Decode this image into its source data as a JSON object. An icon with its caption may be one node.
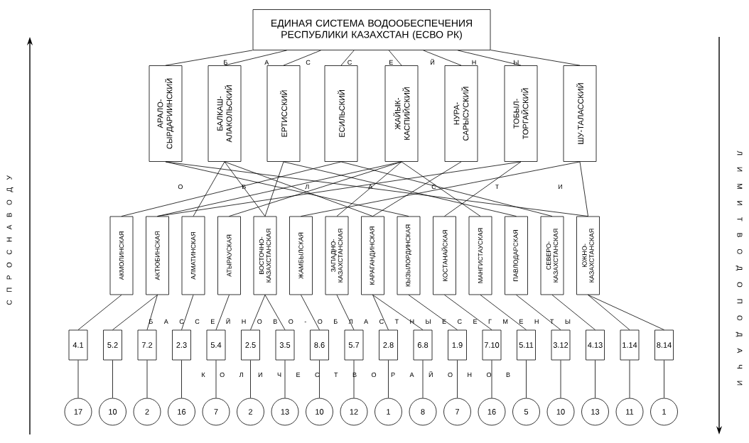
{
  "diagram": {
    "nodes": [
      {
        "text": [
          "ЕДИНАЯ СИСТЕМА ВОДООБЕСПЕЧЕНИЯ РЕСПУБЛИКИ КАЗАХСТАН (ЕСВО РК)"
        ]
      },
      {
        "text": [
          "АРАЛО-СЫРДАРИИНСКИЙ"
        ]
      },
      {
        "text": [
          "БАЛКАШ-АЛАКОЛЬСКИЙ"
        ]
      },
      {
        "text": [
          "ЕРТИССКИЙ"
        ]
      },
      {
        "text": [
          "ЕСИЛЬСКИЙ"
        ]
      },
      {
        "text": [
          "ЖАЙЫК-КАСПИЙСКИЙ"
        ]
      },
      {
        "text": [
          "НУРА-САРЫСУСКИЙ"
        ]
      },
      {
        "text": [
          "ТОБЫЛ-ТОРГАЙСКИЙ"
        ]
      },
      {
        "text": [
          "ШУ-ТАЛАССКИЙ"
        ]
      },
      {
        "text": [
          "АКМОЛИНСКАЯ"
        ]
      },
      {
        "text": [
          "АКТЮБИНСКАЯ"
        ]
      },
      {
        "text": [
          "АЛМАТИНСКАЯ"
        ]
      },
      {
        "text": [
          "АТЫРАУСКАЯ"
        ]
      },
      {
        "text": [
          "ВОСТОЧНО-КАЗАХСТАНСКАЯ"
        ]
      },
      {
        "text": [
          "ЖАМБЫЛСКАЯ"
        ]
      },
      {
        "text": [
          "ЗАПАДНО-КАЗАХСТАНСКАЯ"
        ]
      },
      {
        "text": [
          "КАРАГАНДИНСКАЯ"
        ]
      },
      {
        "text": [
          "КЫЗЫЛОРДИНСКАЯ"
        ]
      },
      {
        "text": [
          "КОСТАНАЙСКАЯ"
        ]
      },
      {
        "text": [
          "МАНГИСТАУСКАЯ"
        ]
      },
      {
        "text": [
          "ПАВЛОДАРСКАЯ"
        ]
      },
      {
        "text": [
          "СЕВЕРО-КАЗАХСТАНСКАЯ"
        ]
      },
      {
        "text": [
          "ЮЖНО-КАЗАХСТАНСКАЯ"
        ]
      },
      {
        "text": [
          "4.1"
        ]
      },
      {
        "text": [
          "5.2"
        ]
      },
      {
        "text": [
          "7.2"
        ]
      },
      {
        "text": [
          "2.3"
        ]
      },
      {
        "text": [
          "5.4"
        ]
      },
      {
        "text": [
          "2.5"
        ]
      },
      {
        "text": [
          "3.5"
        ]
      },
      {
        "text": [
          "8.6"
        ]
      },
      {
        "text": [
          "5.7"
        ]
      },
      {
        "text": [
          "2.8"
        ]
      },
      {
        "text": [
          "6.8"
        ]
      },
      {
        "text": [
          "1.9"
        ]
      },
      {
        "text": [
          "7.10"
        ]
      },
      {
        "text": [
          "5.11"
        ]
      },
      {
        "text": [
          "3.12"
        ]
      },
      {
        "text": [
          "4.13"
        ]
      },
      {
        "text": [
          "1.14"
        ]
      },
      {
        "text": [
          "8.14"
        ]
      },
      {
        "text": [
          "17"
        ]
      },
      {
        "text": [
          "10"
        ]
      },
      {
        "text": [
          "2"
        ]
      },
      {
        "text": [
          "16"
        ]
      },
      {
        "text": [
          "7"
        ]
      },
      {
        "text": [
          "2"
        ]
      },
      {
        "text": [
          "13"
        ]
      },
      {
        "text": [
          "10"
        ]
      },
      {
        "text": [
          "12"
        ]
      },
      {
        "text": [
          "1"
        ]
      },
      {
        "text": [
          "8"
        ]
      },
      {
        "text": [
          "7"
        ]
      },
      {
        "text": [
          "16"
        ]
      },
      {
        "text": [
          "5"
        ]
      },
      {
        "text": [
          "10"
        ]
      },
      {
        "text": [
          "13"
        ]
      },
      {
        "text": [
          "11"
        ]
      },
      {
        "text": [
          "1"
        ]
      }
    ],
    "edges": [
      {
        "from": 0,
        "to": 1,
        "arrow": "none"
      },
      {
        "from": 0,
        "to": 2,
        "arrow": "none"
      },
      {
        "from": 0,
        "to": 3,
        "arrow": "none"
      },
      {
        "from": 0,
        "to": 4,
        "arrow": "none"
      },
      {
        "from": 0,
        "to": 5,
        "arrow": "none"
      },
      {
        "from": 0,
        "to": 6,
        "arrow": "none"
      },
      {
        "from": 0,
        "to": 7,
        "arrow": "none"
      },
      {
        "from": 0,
        "to": 8,
        "arrow": "none"
      },
      {
        "from": 4,
        "to": 9,
        "arrow": "none"
      },
      {
        "from": 5,
        "to": 10,
        "arrow": "none"
      },
      {
        "from": 7,
        "to": 10,
        "arrow": "none"
      },
      {
        "from": 2,
        "to": 11,
        "arrow": "none"
      },
      {
        "from": 5,
        "to": 12,
        "arrow": "none"
      },
      {
        "from": 2,
        "to": 13,
        "arrow": "none"
      },
      {
        "from": 3,
        "to": 13,
        "arrow": "none"
      },
      {
        "from": 8,
        "to": 14,
        "arrow": "none"
      },
      {
        "from": 5,
        "to": 15,
        "arrow": "none"
      },
      {
        "from": 2,
        "to": 16,
        "arrow": "none"
      },
      {
        "from": 6,
        "to": 16,
        "arrow": "none"
      },
      {
        "from": 1,
        "to": 17,
        "arrow": "none"
      },
      {
        "from": 7,
        "to": 18,
        "arrow": "none"
      },
      {
        "from": 5,
        "to": 19,
        "arrow": "none"
      },
      {
        "from": 3,
        "to": 20,
        "arrow": "none"
      },
      {
        "from": 4,
        "to": 21,
        "arrow": "none"
      },
      {
        "from": 1,
        "to": 22,
        "arrow": "none"
      },
      {
        "from": 8,
        "to": 22,
        "arrow": "none"
      },
      {
        "from": 9,
        "to": 23,
        "arrow": "none"
      },
      {
        "from": 10,
        "to": 24,
        "arrow": "none"
      },
      {
        "from": 10,
        "to": 25,
        "arrow": "none"
      },
      {
        "from": 11,
        "to": 26,
        "arrow": "none"
      },
      {
        "from": 12,
        "to": 27,
        "arrow": "none"
      },
      {
        "from": 13,
        "to": 28,
        "arrow": "none"
      },
      {
        "from": 13,
        "to": 29,
        "arrow": "none"
      },
      {
        "from": 14,
        "to": 30,
        "arrow": "none"
      },
      {
        "from": 15,
        "to": 31,
        "arrow": "none"
      },
      {
        "from": 16,
        "to": 32,
        "arrow": "none"
      },
      {
        "from": 16,
        "to": 33,
        "arrow": "none"
      },
      {
        "from": 17,
        "to": 34,
        "arrow": "none"
      },
      {
        "from": 18,
        "to": 35,
        "arrow": "none"
      },
      {
        "from": 19,
        "to": 36,
        "arrow": "none"
      },
      {
        "from": 20,
        "to": 37,
        "arrow": "none"
      },
      {
        "from": 21,
        "to": 38,
        "arrow": "none"
      },
      {
        "from": 22,
        "to": 39,
        "arrow": "none"
      },
      {
        "from": 22,
        "to": 40,
        "arrow": "none"
      },
      {
        "from": 23,
        "to": 41,
        "arrow": "none"
      },
      {
        "from": 24,
        "to": 42,
        "arrow": "none"
      },
      {
        "from": 25,
        "to": 43,
        "arrow": "none"
      },
      {
        "from": 26,
        "to": 44,
        "arrow": "none"
      },
      {
        "from": 27,
        "to": 45,
        "arrow": "none"
      },
      {
        "from": 28,
        "to": 46,
        "arrow": "none"
      },
      {
        "from": 29,
        "to": 47,
        "arrow": "none"
      },
      {
        "from": 30,
        "to": 48,
        "arrow": "none"
      },
      {
        "from": 31,
        "to": 49,
        "arrow": "none"
      },
      {
        "from": 32,
        "to": 50,
        "arrow": "none"
      },
      {
        "from": 33,
        "to": 51,
        "arrow": "none"
      },
      {
        "from": 34,
        "to": 52,
        "arrow": "none"
      },
      {
        "from": 35,
        "to": 53,
        "arrow": "none"
      },
      {
        "from": 36,
        "to": 54,
        "arrow": "none"
      },
      {
        "from": 37,
        "to": 55,
        "arrow": "none"
      },
      {
        "from": 38,
        "to": 56,
        "arrow": "none"
      },
      {
        "from": 39,
        "to": 57,
        "arrow": "none"
      },
      {
        "from": 40,
        "to": 58,
        "arrow": "none"
      }
    ],
    "labels": [
      "С П Р О С Н А В О Д У",
      "Л И М И Т В О Д О П О Д А Ч И",
      "Б А С С Е Й Н Ы",
      "О Б Л А С Т И",
      "Б А С С Е Й Н О В О - О Б Л А С Т Н Ы Е С Е Г М Е Н Т Ы",
      "К О Л И Ч Е С Т В О Р А Й О Н О В"
    ]
  }
}
